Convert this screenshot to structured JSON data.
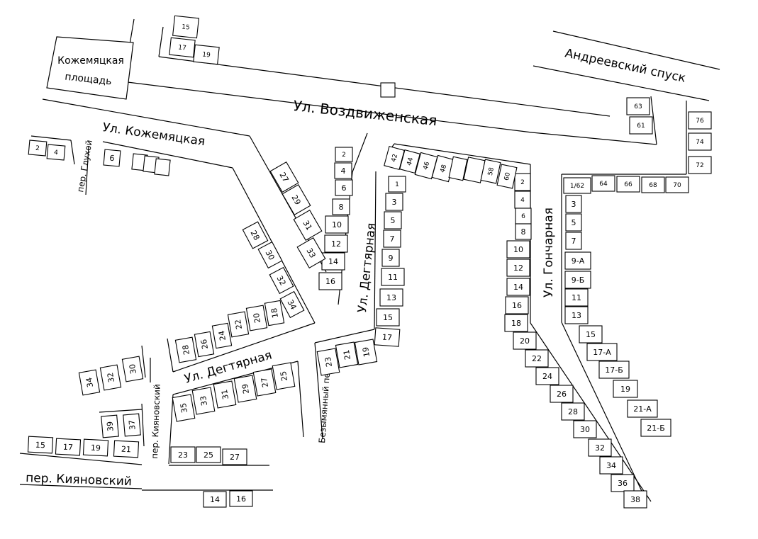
{
  "streets": {
    "vozdvizhenskaya": "Ул. Воздвиженская",
    "kozhemyatskaya": "Ул. Кожемяцкая",
    "andreevsky": "Андреевский спуск",
    "degtyarnaya_vertical": "Ул. Дегтярная",
    "degtyarnaya_horizontal": "Ул. Дегтярная",
    "goncharnaya": "Ул. Гончарная",
    "glukhoy": "пер. Глухой",
    "kiyanovsky_lane_vertical": "пер. Кияновский",
    "kiyanovsky_lane_horizontal": "пер. Кияновский",
    "bezymyanny": "Безымянный пер."
  },
  "square": {
    "line1": "Кожемяцкая",
    "line2": "площадь"
  },
  "houses": {
    "h15_top": "15",
    "h17_top": "17",
    "h19_top": "19",
    "h63": "63",
    "h61": "61",
    "h76": "76",
    "h74": "74",
    "h72": "72",
    "h70": "70",
    "h68": "68",
    "h66": "66",
    "h64": "64",
    "h1_62": "1/62",
    "g3": "3",
    "g5": "5",
    "g7": "7",
    "g9a": "9-А",
    "g9b": "9-Б",
    "g11": "11",
    "g13": "13",
    "g15": "15",
    "g17a": "17-А",
    "g17b": "17-Б",
    "g19": "19",
    "g21a": "21-А",
    "g21b": "21-Б",
    "g2": "2",
    "g4": "4",
    "g6": "6",
    "g8": "8",
    "g10": "10",
    "g12": "12",
    "g14": "14",
    "g16": "16",
    "g18": "18",
    "g20": "20",
    "g22": "22",
    "g24": "24",
    "g26": "26",
    "g28": "28",
    "g30": "30",
    "g32": "32",
    "g34": "34",
    "g36": "36",
    "g38": "38",
    "v42": "42",
    "v44": "44",
    "v46": "46",
    "v48": "48",
    "v58": "58",
    "v60": "60",
    "d1": "1",
    "d3": "3",
    "d5": "5",
    "d7": "7",
    "d9": "9",
    "d11": "11",
    "d13": "13",
    "d15": "15",
    "d17": "17",
    "d2": "2",
    "d4": "4",
    "d6": "6",
    "d8": "8",
    "d10": "10",
    "d12": "12",
    "d14": "14",
    "d16": "16",
    "k27": "27",
    "k29": "29",
    "k31": "31",
    "k33": "33",
    "k28": "28",
    "k30": "30",
    "k32": "32",
    "k34": "34",
    "dh18": "18",
    "dh20": "20",
    "dh22": "22",
    "dh24": "24",
    "dh26": "26",
    "dh28": "28",
    "dh25": "25",
    "dh27": "27",
    "dh29": "29",
    "dh31": "31",
    "dh33": "33",
    "dh35": "35",
    "b19": "19",
    "b21": "21",
    "b23": "23",
    "kv30": "30",
    "kv32": "32",
    "kv34": "34",
    "kv37": "37",
    "kv39": "39",
    "kh15": "15",
    "kh17": "17",
    "kh19": "19",
    "kh21": "21",
    "kh23": "23",
    "kh25": "25",
    "kh27": "27",
    "kh14": "14",
    "kh16": "16",
    "gl2": "2",
    "gl4": "4",
    "gl6": "6"
  }
}
